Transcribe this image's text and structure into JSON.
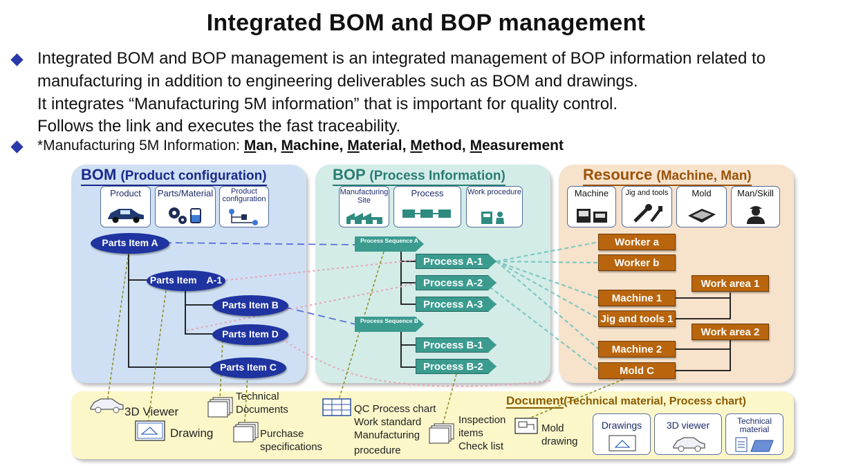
{
  "title": "Integrated BOM and BOP management",
  "bullets": [
    "Integrated BOM and BOP management is an integrated management of BOP information related to",
    "manufacturing in addition to engineering deliverables such as BOM and drawings.",
    "It integrates “Manufacturing 5M information” that is important for quality control.",
    "Follows the link and executes the fast traceability."
  ],
  "fivem": {
    "prefix": "*Manufacturing 5M Information: ",
    "items": [
      {
        "initial": "M",
        "rest": "an"
      },
      {
        "initial": "M",
        "rest": "achine"
      },
      {
        "initial": "M",
        "rest": "aterial"
      },
      {
        "initial": "M",
        "rest": "ethod"
      },
      {
        "initial": "M",
        "rest": "easurement"
      }
    ]
  },
  "bom": {
    "title": "BOM",
    "subtitle": "(Product configuration)",
    "icons": [
      "Product",
      "Parts/Material",
      "Product configuration"
    ],
    "parts": [
      "Parts Item A",
      "Parts Item　A-1",
      "Parts Item B",
      "Parts Item D",
      "Parts Item C"
    ]
  },
  "bop": {
    "title": "BOP",
    "subtitle": "(Process Information)",
    "icons": [
      "Manufacturing Site",
      "Process",
      "Work procedure"
    ],
    "sequences": [
      "Process Sequence A",
      "Process Sequence B"
    ],
    "processes": [
      "Process A-1",
      "Process A-2",
      "Process A-3",
      "Process B-1",
      "Process B-2"
    ]
  },
  "resource": {
    "title": "Resource",
    "subtitle": "(Machine, Man)",
    "icons": [
      "Machine",
      "Jig and tools",
      "Mold",
      "Man/Skill"
    ],
    "items": [
      "Worker a",
      "Worker b",
      "Machine 1",
      "Jig and tools 1",
      "Machine 2",
      "Mold C",
      "Work area 1",
      "Work area 2"
    ]
  },
  "document": {
    "title": "Document",
    "subtitle": "(Technical material, Process chart)",
    "viewer3d": "3D Viewer",
    "drawing": "Drawing",
    "technical": "Technical Documents",
    "purchase": "Purchase specifications",
    "qc": [
      "QC Process chart",
      "Work standard",
      "Manufacturing",
      "procedure"
    ],
    "inspection": [
      "Inspection",
      "items",
      "Check list"
    ],
    "mold": [
      "Mold",
      "drawing"
    ],
    "boxes": [
      "Drawings",
      "3D viewer",
      "Technical material"
    ]
  },
  "colors": {
    "bom_panel": "#cfe0f4",
    "bop_panel": "#d3ece8",
    "resource_panel": "#f7e2cc",
    "document_panel": "#fbf7c9",
    "bom_node": "#1f34a0",
    "bop_node": "#3b9b8f",
    "resource_node": "#b8650e"
  }
}
